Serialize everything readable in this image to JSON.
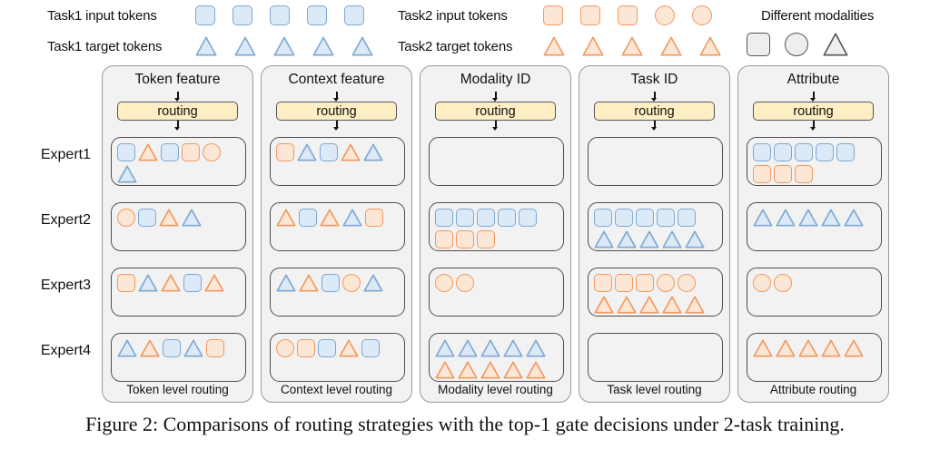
{
  "legend": {
    "rows": [
      {
        "label": "Task1 input tokens",
        "shapes": [
          {
            "type": "square",
            "color": "blue"
          },
          {
            "type": "square",
            "color": "blue"
          },
          {
            "type": "square",
            "color": "blue"
          },
          {
            "type": "square",
            "color": "blue"
          },
          {
            "type": "square",
            "color": "blue"
          }
        ]
      },
      {
        "label": "Task1 target tokens",
        "shapes": [
          {
            "type": "triangle",
            "color": "blue"
          },
          {
            "type": "triangle",
            "color": "blue"
          },
          {
            "type": "triangle",
            "color": "blue"
          },
          {
            "type": "triangle",
            "color": "blue"
          },
          {
            "type": "triangle",
            "color": "blue"
          }
        ]
      },
      {
        "label": "Task2 input tokens",
        "shapes": [
          {
            "type": "square",
            "color": "orange"
          },
          {
            "type": "square",
            "color": "orange"
          },
          {
            "type": "square",
            "color": "orange"
          },
          {
            "type": "circle",
            "color": "orange"
          },
          {
            "type": "circle",
            "color": "orange"
          }
        ]
      },
      {
        "label": "Task2 target tokens",
        "shapes": [
          {
            "type": "triangle",
            "color": "orange"
          },
          {
            "type": "triangle",
            "color": "orange"
          },
          {
            "type": "triangle",
            "color": "orange"
          },
          {
            "type": "triangle",
            "color": "orange"
          },
          {
            "type": "triangle",
            "color": "orange"
          }
        ]
      },
      {
        "label": "Different modalities",
        "shapes": [
          {
            "type": "square",
            "color": "grey"
          },
          {
            "type": "circle",
            "color": "grey"
          },
          {
            "type": "triangle",
            "color": "grey"
          }
        ]
      }
    ]
  },
  "experts": [
    "Expert1",
    "Expert2",
    "Expert3",
    "Expert4"
  ],
  "routing_label": "routing",
  "columns": [
    {
      "title": "Token feature",
      "footer": "Token level routing",
      "cells": [
        [
          [
            {
              "type": "square",
              "color": "blue"
            },
            {
              "type": "triangle",
              "color": "orange"
            },
            {
              "type": "square",
              "color": "blue"
            },
            {
              "type": "square",
              "color": "orange"
            },
            {
              "type": "circle",
              "color": "orange"
            }
          ],
          [
            {
              "type": "triangle",
              "color": "blue"
            }
          ]
        ],
        [
          [
            {
              "type": "circle",
              "color": "orange"
            },
            {
              "type": "square",
              "color": "blue"
            },
            {
              "type": "triangle",
              "color": "orange"
            },
            {
              "type": "triangle",
              "color": "blue"
            }
          ]
        ],
        [
          [
            {
              "type": "square",
              "color": "orange"
            },
            {
              "type": "triangle",
              "color": "blue"
            },
            {
              "type": "triangle",
              "color": "orange"
            },
            {
              "type": "square",
              "color": "blue"
            },
            {
              "type": "triangle",
              "color": "orange"
            }
          ]
        ],
        [
          [
            {
              "type": "triangle",
              "color": "blue"
            },
            {
              "type": "triangle",
              "color": "orange"
            },
            {
              "type": "square",
              "color": "blue"
            },
            {
              "type": "triangle",
              "color": "blue"
            },
            {
              "type": "square",
              "color": "orange"
            }
          ]
        ]
      ]
    },
    {
      "title": "Context feature",
      "footer": "Context level routing",
      "cells": [
        [
          [
            {
              "type": "square",
              "color": "orange"
            },
            {
              "type": "triangle",
              "color": "blue"
            },
            {
              "type": "square",
              "color": "blue"
            },
            {
              "type": "triangle",
              "color": "orange"
            },
            {
              "type": "triangle",
              "color": "blue"
            }
          ]
        ],
        [
          [
            {
              "type": "triangle",
              "color": "orange"
            },
            {
              "type": "square",
              "color": "blue"
            },
            {
              "type": "triangle",
              "color": "orange"
            },
            {
              "type": "triangle",
              "color": "blue"
            },
            {
              "type": "square",
              "color": "orange"
            }
          ]
        ],
        [
          [
            {
              "type": "triangle",
              "color": "blue"
            },
            {
              "type": "triangle",
              "color": "orange"
            },
            {
              "type": "square",
              "color": "blue"
            },
            {
              "type": "circle",
              "color": "orange"
            },
            {
              "type": "triangle",
              "color": "blue"
            }
          ]
        ],
        [
          [
            {
              "type": "circle",
              "color": "orange"
            },
            {
              "type": "square",
              "color": "orange"
            },
            {
              "type": "square",
              "color": "blue"
            },
            {
              "type": "triangle",
              "color": "orange"
            },
            {
              "type": "square",
              "color": "blue"
            }
          ]
        ]
      ]
    },
    {
      "title": "Modality ID",
      "footer": "Modality level routing",
      "cells": [
        [],
        [
          [
            {
              "type": "square",
              "color": "blue"
            },
            {
              "type": "square",
              "color": "blue"
            },
            {
              "type": "square",
              "color": "blue"
            },
            {
              "type": "square",
              "color": "blue"
            },
            {
              "type": "square",
              "color": "blue"
            }
          ],
          [
            {
              "type": "square",
              "color": "orange"
            },
            {
              "type": "square",
              "color": "orange"
            },
            {
              "type": "square",
              "color": "orange"
            }
          ]
        ],
        [
          [
            {
              "type": "circle",
              "color": "orange"
            },
            {
              "type": "circle",
              "color": "orange"
            }
          ]
        ],
        [
          [
            {
              "type": "triangle",
              "color": "blue"
            },
            {
              "type": "triangle",
              "color": "blue"
            },
            {
              "type": "triangle",
              "color": "blue"
            },
            {
              "type": "triangle",
              "color": "blue"
            },
            {
              "type": "triangle",
              "color": "blue"
            }
          ],
          [
            {
              "type": "triangle",
              "color": "orange"
            },
            {
              "type": "triangle",
              "color": "orange"
            },
            {
              "type": "triangle",
              "color": "orange"
            },
            {
              "type": "triangle",
              "color": "orange"
            },
            {
              "type": "triangle",
              "color": "orange"
            }
          ]
        ]
      ]
    },
    {
      "title": "Task ID",
      "footer": "Task level routing",
      "cells": [
        [],
        [
          [
            {
              "type": "square",
              "color": "blue"
            },
            {
              "type": "square",
              "color": "blue"
            },
            {
              "type": "square",
              "color": "blue"
            },
            {
              "type": "square",
              "color": "blue"
            },
            {
              "type": "square",
              "color": "blue"
            }
          ],
          [
            {
              "type": "triangle",
              "color": "blue"
            },
            {
              "type": "triangle",
              "color": "blue"
            },
            {
              "type": "triangle",
              "color": "blue"
            },
            {
              "type": "triangle",
              "color": "blue"
            },
            {
              "type": "triangle",
              "color": "blue"
            }
          ]
        ],
        [
          [
            {
              "type": "square",
              "color": "orange"
            },
            {
              "type": "square",
              "color": "orange"
            },
            {
              "type": "square",
              "color": "orange"
            },
            {
              "type": "circle",
              "color": "orange"
            },
            {
              "type": "circle",
              "color": "orange"
            }
          ],
          [
            {
              "type": "triangle",
              "color": "orange"
            },
            {
              "type": "triangle",
              "color": "orange"
            },
            {
              "type": "triangle",
              "color": "orange"
            },
            {
              "type": "triangle",
              "color": "orange"
            },
            {
              "type": "triangle",
              "color": "orange"
            }
          ]
        ],
        []
      ]
    },
    {
      "title": "Attribute",
      "footer": "Attribute routing",
      "cells": [
        [
          [
            {
              "type": "square",
              "color": "blue"
            },
            {
              "type": "square",
              "color": "blue"
            },
            {
              "type": "square",
              "color": "blue"
            },
            {
              "type": "square",
              "color": "blue"
            },
            {
              "type": "square",
              "color": "blue"
            }
          ],
          [
            {
              "type": "square",
              "color": "orange"
            },
            {
              "type": "square",
              "color": "orange"
            },
            {
              "type": "square",
              "color": "orange"
            }
          ]
        ],
        [
          [
            {
              "type": "triangle",
              "color": "blue"
            },
            {
              "type": "triangle",
              "color": "blue"
            },
            {
              "type": "triangle",
              "color": "blue"
            },
            {
              "type": "triangle",
              "color": "blue"
            },
            {
              "type": "triangle",
              "color": "blue"
            }
          ]
        ],
        [
          [
            {
              "type": "circle",
              "color": "orange"
            },
            {
              "type": "circle",
              "color": "orange"
            }
          ]
        ],
        [
          [
            {
              "type": "triangle",
              "color": "orange"
            },
            {
              "type": "triangle",
              "color": "orange"
            },
            {
              "type": "triangle",
              "color": "orange"
            },
            {
              "type": "triangle",
              "color": "orange"
            },
            {
              "type": "triangle",
              "color": "orange"
            }
          ]
        ]
      ]
    }
  ],
  "caption": "Figure 2: Comparisons of routing strategies with the top-1 gate decisions under 2-task training.",
  "colors": {
    "blue_fill": "#dce9f6",
    "blue_stroke": "#7da8d3",
    "orange_fill": "#fce6d5",
    "orange_stroke": "#f2995f",
    "grey_fill": "#eeeeee",
    "grey_stroke": "#555555",
    "routing_fill": "#fdeec3",
    "panel_fill": "#f2f2f2"
  }
}
